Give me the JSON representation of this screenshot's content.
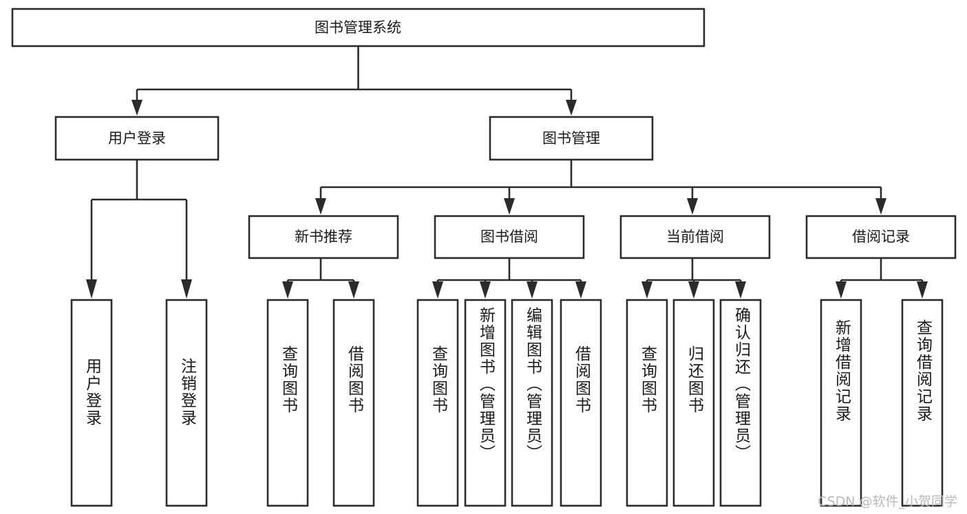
{
  "diagram": {
    "title": "图书管理系统",
    "type": "tree-hierarchy",
    "watermark": "CSDN @软件_小贺同学",
    "colors": {
      "stroke": "#2b2b2b",
      "fill": "#ffffff",
      "text": "#1a1a1a",
      "watermark": "#b9b9b9",
      "background": "#ffffff"
    },
    "root": {
      "label": "图书管理系统"
    },
    "level2": [
      {
        "label": "用户登录"
      },
      {
        "label": "图书管理"
      }
    ],
    "level3": [
      {
        "label": "新书推荐"
      },
      {
        "label": "图书借阅"
      },
      {
        "label": "当前借阅"
      },
      {
        "label": "借阅记录"
      }
    ],
    "leaves": {
      "user_login": [
        {
          "label": "用户登录"
        },
        {
          "label": "注销登录"
        }
      ],
      "new_book_recommend": [
        {
          "label": "查询图书"
        },
        {
          "label": "借阅图书"
        }
      ],
      "book_borrow": [
        {
          "label": "查询图书"
        },
        {
          "label": "新增图书（管理员）"
        },
        {
          "label": "编辑图书（管理员）"
        },
        {
          "label": "借阅图书"
        }
      ],
      "current_borrow": [
        {
          "label": "查询图书"
        },
        {
          "label": "归还图书"
        },
        {
          "label": "确认归还（管理员）"
        }
      ],
      "borrow_record": [
        {
          "label": "新增借阅记录"
        },
        {
          "label": "查询借阅记录"
        }
      ]
    }
  }
}
